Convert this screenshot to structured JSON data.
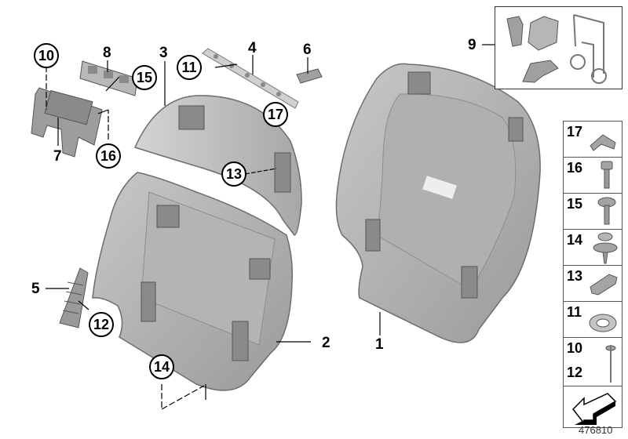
{
  "diagram": {
    "type": "exploded-parts-diagram",
    "subject": "Seat backrest rear panel trim and fittings",
    "reference_code": "476810",
    "callouts_plain": [
      {
        "id": "1",
        "label": "1"
      },
      {
        "id": "2",
        "label": "2"
      },
      {
        "id": "3",
        "label": "3"
      },
      {
        "id": "4",
        "label": "4"
      },
      {
        "id": "5",
        "label": "5"
      },
      {
        "id": "6",
        "label": "6"
      },
      {
        "id": "7",
        "label": "7"
      },
      {
        "id": "8",
        "label": "8"
      },
      {
        "id": "9",
        "label": "9"
      }
    ],
    "callouts_circled": [
      {
        "id": "10",
        "label": "10"
      },
      {
        "id": "11",
        "label": "11"
      },
      {
        "id": "12",
        "label": "12"
      },
      {
        "id": "13",
        "label": "13"
      },
      {
        "id": "14",
        "label": "14"
      },
      {
        "id": "15",
        "label": "15"
      },
      {
        "id": "16",
        "label": "16"
      },
      {
        "id": "17",
        "label": "17"
      }
    ],
    "legend": [
      {
        "label": "17",
        "icon": "clip-icon"
      },
      {
        "label": "16",
        "icon": "socket-head-screw-icon"
      },
      {
        "label": "15",
        "icon": "button-head-screw-icon"
      },
      {
        "label": "14",
        "icon": "push-rivet-icon"
      },
      {
        "label": "13",
        "icon": "spring-clip-icon"
      },
      {
        "label": "11",
        "icon": "star-washer-icon"
      },
      {
        "label": "10",
        "label2": "12",
        "icon": "blind-rivet-icon"
      }
    ],
    "arrow_icon": "direction-arrow-icon",
    "colors": {
      "part_fill": "#a9a9ab",
      "part_light": "#c9c9cb",
      "part_dark": "#7d7d80",
      "line": "#000000",
      "background": "#ffffff"
    }
  }
}
